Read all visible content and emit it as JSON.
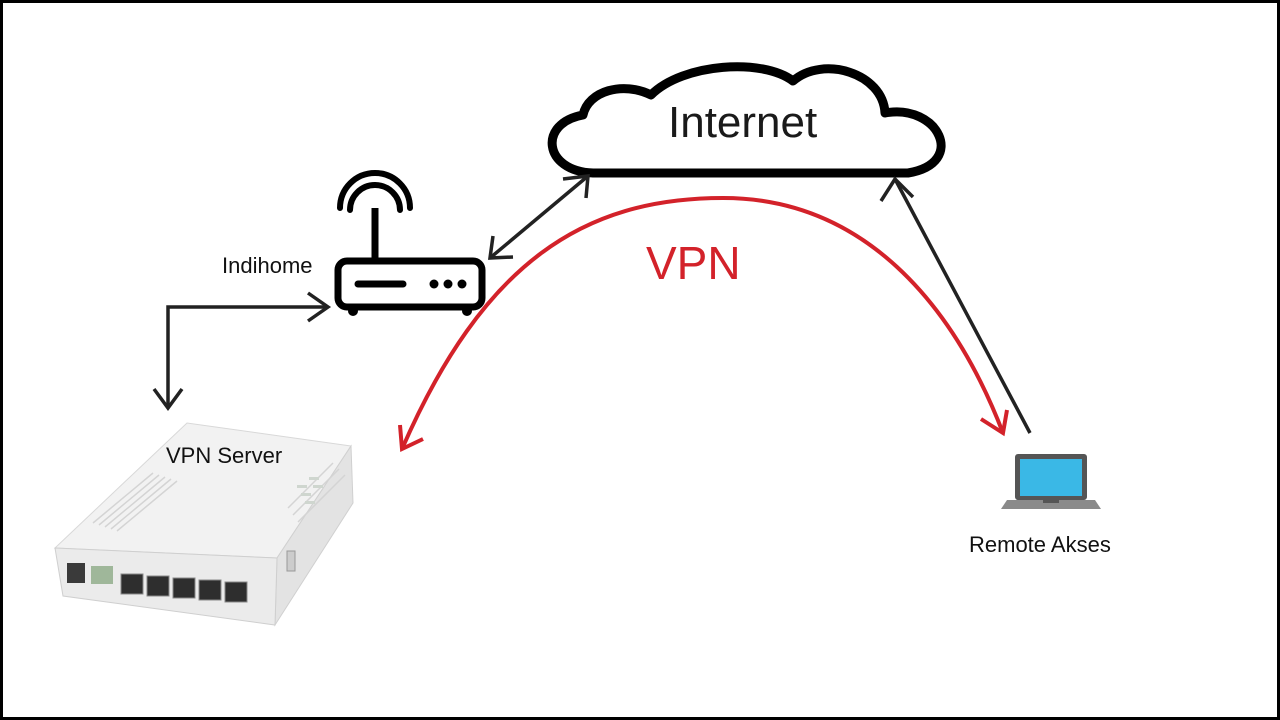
{
  "diagram": {
    "cloud_label": "Internet",
    "tunnel_label": "VPN",
    "router_label": "Indihome",
    "server_label": "VPN Server",
    "client_label": "Remote Akses"
  },
  "colors": {
    "tunnel": "#d3222a",
    "link": "#222222",
    "laptop_screen": "#3ab8e6",
    "text": "#111111",
    "background": "#ffffff",
    "frame": "#000000"
  },
  "icons": [
    "cloud-icon",
    "wifi-router-icon",
    "switch-device-icon",
    "laptop-icon"
  ]
}
